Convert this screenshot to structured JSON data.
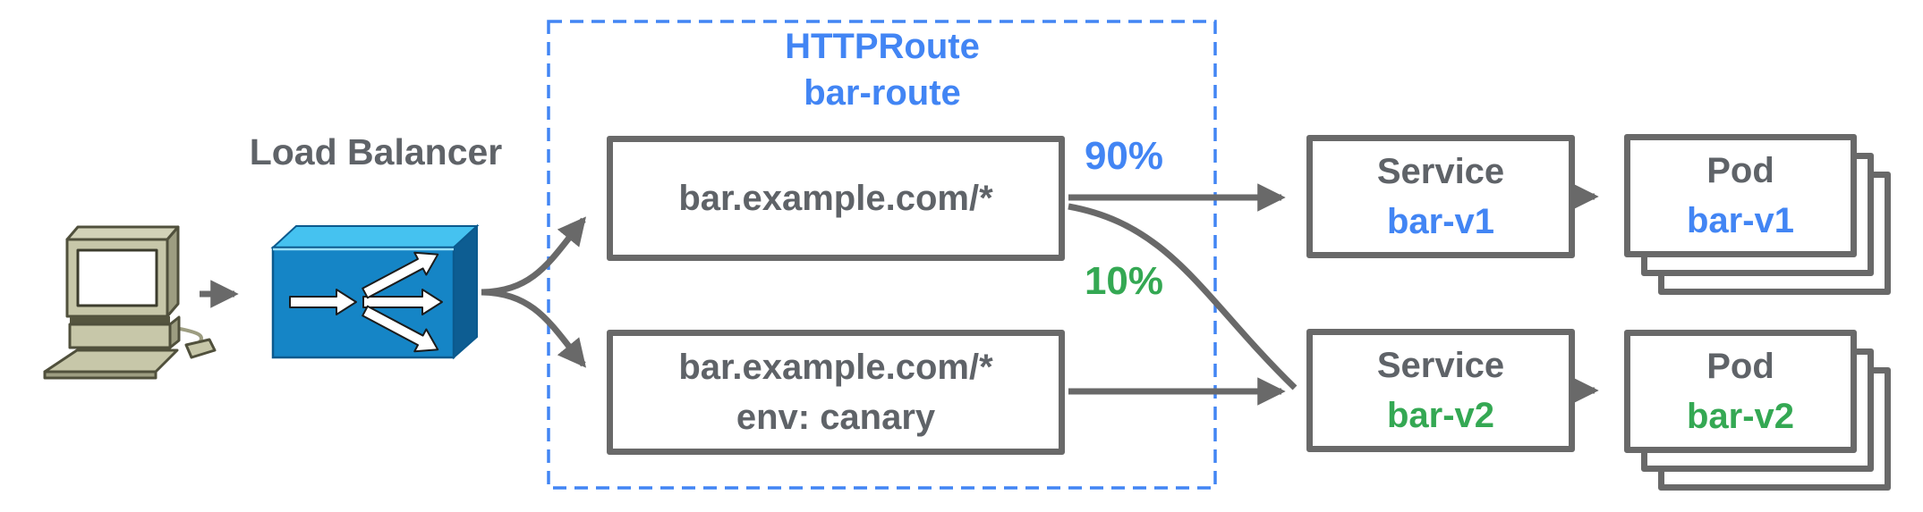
{
  "diagram": {
    "client": {
      "description": "client computer"
    },
    "load_balancer": {
      "label": "Load Balancer"
    },
    "httproute": {
      "kind": "HTTPRoute",
      "name": "bar-route",
      "rules": [
        {
          "match": "bar.example.com/*"
        },
        {
          "match": "bar.example.com/*",
          "header_match": "env: canary"
        }
      ]
    },
    "weights": [
      {
        "label": "90%",
        "color": "#4285f4"
      },
      {
        "label": "10%",
        "color": "#34a853"
      }
    ],
    "services": [
      {
        "kind": "Service",
        "name": "bar-v1",
        "color": "#4285f4"
      },
      {
        "kind": "Service",
        "name": "bar-v2",
        "color": "#34a853"
      }
    ],
    "pods": [
      {
        "kind": "Pod",
        "name": "bar-v1",
        "color": "#4285f4"
      },
      {
        "kind": "Pod",
        "name": "bar-v2",
        "color": "#34a853"
      }
    ],
    "colors": {
      "accent_blue": "#4285f4",
      "accent_green": "#34a853",
      "line_gray": "#696969",
      "text_gray": "#5f6368",
      "lb_box_blue": "#1585c6"
    }
  }
}
